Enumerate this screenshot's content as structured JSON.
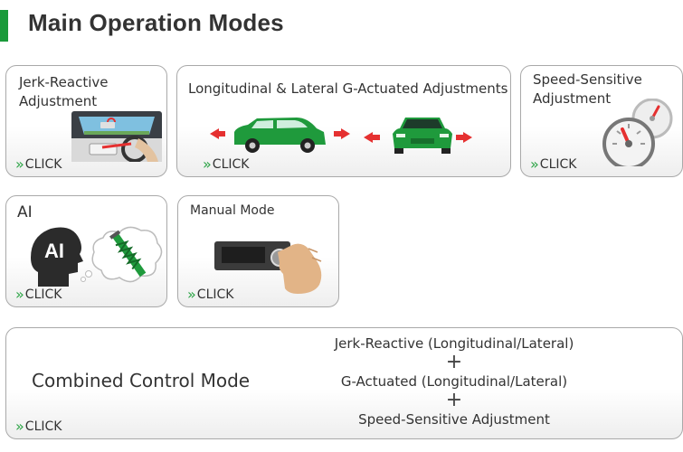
{
  "header": {
    "title": "Main Operation Modes",
    "accent": "#1a9a3a"
  },
  "click_label": "CLICK",
  "cards": {
    "jerk": {
      "label_line1": "Jerk-Reactive",
      "label_line2": "Adjustment"
    },
    "long": {
      "label": "Longitudinal & Lateral G-Actuated Adjustments"
    },
    "speed": {
      "label_line1": "Speed-Sensitive",
      "label_line2": "Adjustment"
    },
    "ai": {
      "label": "AI",
      "badge": "AI"
    },
    "manual": {
      "label": "Manual Mode"
    },
    "combined": {
      "label": "Combined Control Mode",
      "lines": [
        "Jerk-Reactive (Longitudinal/Lateral)",
        "+",
        "G-Actuated (Longitudinal/Lateral)",
        "+",
        "Speed-Sensitive Adjustment"
      ]
    }
  },
  "colors": {
    "car_green": "#1f9a3c",
    "arrow_red": "#e53030",
    "click_chevron": "#2aa344"
  }
}
